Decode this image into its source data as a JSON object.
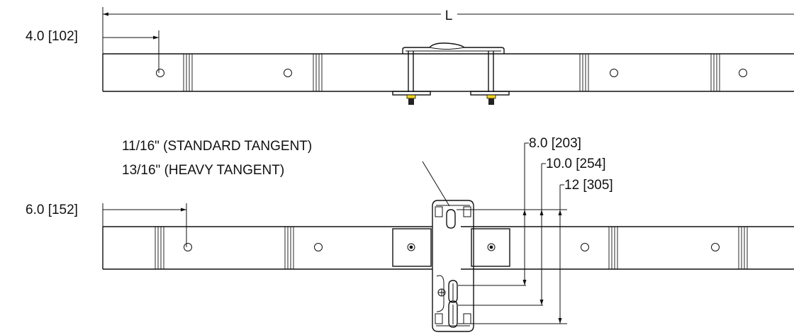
{
  "dimensions": {
    "overall_length": "L",
    "top_view_offset": "4.0 [102]",
    "bottom_view_offset": "6.0 [152]",
    "dim_8": "8.0 [203]",
    "dim_10": "10.0 [254]",
    "dim_12": "12 [305]"
  },
  "notes": {
    "standard_tangent": "11/16\" (STANDARD TANGENT)",
    "heavy_tangent": "13/16\" (HEAVY TANGENT)"
  },
  "colors": {
    "line": "#111111",
    "bolt_washer": "#f2d21a"
  }
}
